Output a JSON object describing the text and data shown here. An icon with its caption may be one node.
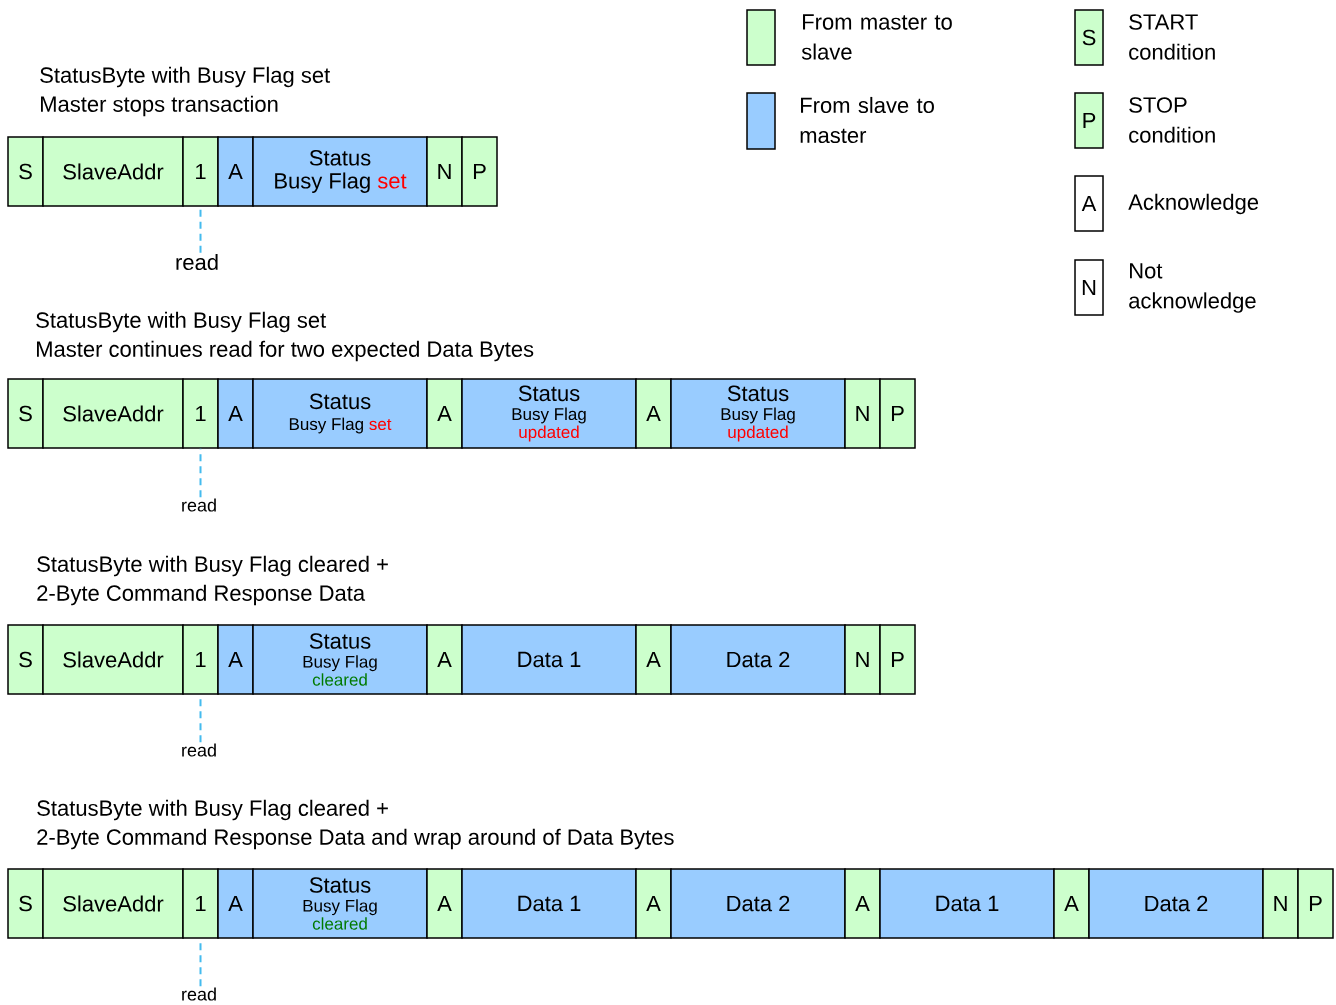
{
  "diagram": {
    "nodes": [
      {
        "text": [
          "S"
        ],
        "beside": [
          "START condition"
        ]
      },
      {
        "text": [
          "P"
        ],
        "beside": [
          "STOP condition"
        ]
      },
      {
        "text": [
          "A"
        ],
        "beside": [
          "Acknowledge"
        ]
      },
      {
        "text": [
          "N"
        ],
        "beside": [
          "Not acknowledge"
        ]
      },
      {
        "text": [
          "S"
        ]
      },
      {
        "text": [
          "SlaveAddr"
        ]
      },
      {
        "text": [
          "1"
        ]
      },
      {
        "text": [
          "A"
        ]
      },
      {
        "text": [
          "Status",
          "Busy Flag",
          "set"
        ]
      },
      {
        "text": [
          "N"
        ]
      },
      {
        "text": [
          "P"
        ]
      },
      {
        "text": [
          "read"
        ]
      },
      {
        "text": [
          "S"
        ]
      },
      {
        "text": [
          "SlaveAddr"
        ]
      },
      {
        "text": [
          "1"
        ]
      },
      {
        "text": [
          "A"
        ]
      },
      {
        "text": [
          "Status",
          "Busy Flag",
          "set"
        ]
      },
      {
        "text": [
          "A"
        ]
      },
      {
        "text": [
          "Status",
          "Busy Flag",
          "updated"
        ]
      },
      {
        "text": [
          "A"
        ]
      },
      {
        "text": [
          "Status",
          "Busy Flag",
          "updated"
        ]
      },
      {
        "text": [
          "N"
        ]
      },
      {
        "text": [
          "P"
        ]
      },
      {
        "text": [
          "read"
        ]
      },
      {
        "text": [
          "S"
        ]
      },
      {
        "text": [
          "SlaveAddr"
        ]
      },
      {
        "text": [
          "1"
        ]
      },
      {
        "text": [
          "A"
        ]
      },
      {
        "text": [
          "Status",
          "Busy Flag",
          "cleared"
        ]
      },
      {
        "text": [
          "A"
        ]
      },
      {
        "text": [
          "Data 1"
        ]
      },
      {
        "text": [
          "A"
        ]
      },
      {
        "text": [
          "Data 2"
        ]
      },
      {
        "text": [
          "N"
        ]
      },
      {
        "text": [
          "P"
        ]
      },
      {
        "text": [
          "read"
        ]
      },
      {
        "text": [
          "S"
        ]
      },
      {
        "text": [
          "SlaveAddr"
        ]
      },
      {
        "text": [
          "1"
        ]
      },
      {
        "text": [
          "A"
        ]
      },
      {
        "text": [
          "Status",
          "Busy Flag",
          "cleared"
        ]
      },
      {
        "text": [
          "A"
        ]
      },
      {
        "text": [
          "Data 1"
        ]
      },
      {
        "text": [
          "A"
        ]
      },
      {
        "text": [
          "Data 2"
        ]
      },
      {
        "text": [
          "A"
        ]
      },
      {
        "text": [
          "Data 1"
        ]
      },
      {
        "text": [
          "A"
        ]
      },
      {
        "text": [
          "Data 2"
        ]
      },
      {
        "text": [
          "N"
        ]
      },
      {
        "text": [
          "P"
        ]
      },
      {
        "text": [
          "read"
        ]
      }
    ],
    "edges": [
      {
        "from": 11,
        "to": 6,
        "arrow": "none",
        "style": "dashed"
      },
      {
        "from": 23,
        "to": 14,
        "arrow": "none",
        "style": "dashed"
      },
      {
        "from": 35,
        "to": 26,
        "arrow": "none",
        "style": "dashed"
      },
      {
        "from": 51,
        "to": 38,
        "arrow": "none",
        "style": "dashed"
      }
    ],
    "labels": [
      "StatusByte with Busy Flag set",
      "Master stops transaction",
      "StatusByte with Busy Flag set",
      "Master continues read for two expected Data Bytes",
      "StatusByte with Busy Flag cleared +",
      "2-Byte Command Response Data",
      "StatusByte with Busy Flag cleared +",
      "2-Byte Command Response Data and wrap around of Data Bytes"
    ],
    "legend": [
      {
        "text": "From master to slave",
        "color": "#ccffcc"
      },
      {
        "text": "From slave to master",
        "color": "#99ccff"
      }
    ]
  }
}
